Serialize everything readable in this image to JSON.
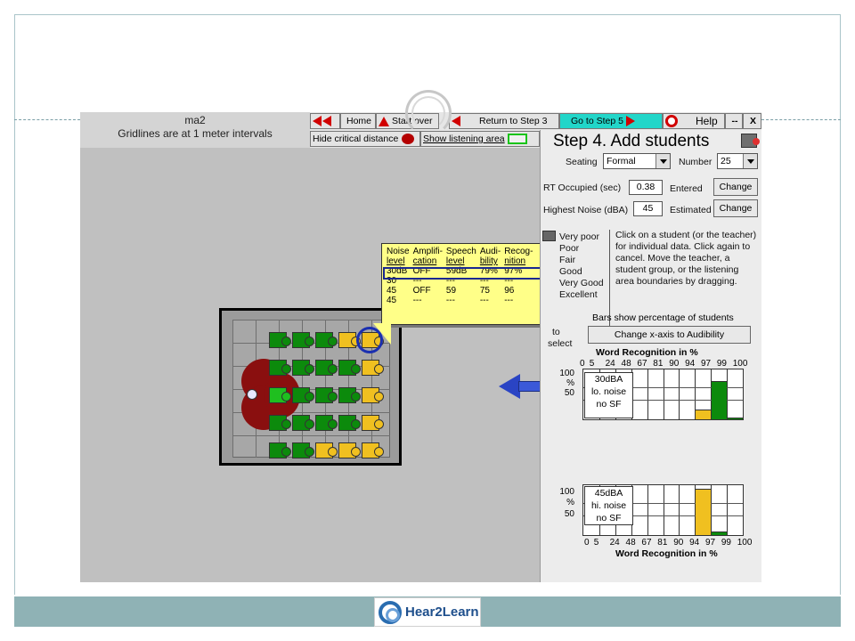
{
  "app": {
    "map_title": "ma2",
    "map_subtitle": "Gridlines are at 1 meter intervals"
  },
  "toolbar": {
    "back_label": "",
    "home_label": "Home",
    "start_over_label": "Start over",
    "return_label": "Return to Step 3",
    "goto_label": "Go to Step 5",
    "help_label": "Help",
    "minimize_label": "--",
    "close_label": "X",
    "hide_critical_label": "Hide critical distance",
    "show_listening_label": "Show listening area"
  },
  "panel": {
    "title": "Step 4. Add students",
    "seating_label": "Seating",
    "seating_value": "Formal",
    "number_label": "Number",
    "number_value": "25",
    "rt_label": "RT Occupied (sec)",
    "rt_value": "0.38",
    "rt_status": "Entered",
    "rt_button": "Change",
    "noise_label": "Highest Noise (dBA)",
    "noise_value": "45",
    "noise_status": "Estimated",
    "noise_button": "Change",
    "legend": [
      "Very poor",
      "Poor",
      "Fair",
      "Good",
      "Very Good",
      "Excellent"
    ],
    "info_text": "Click on a student (or the teacher) for individual data. Click again to cancel. Move the teacher, a student group, or the listening area boundaries by dragging.",
    "bars_note": "Bars show percentage of students",
    "change_axis_button": "Change x-axis to Audibility",
    "to_select_line1": "to",
    "to_select_line2": "select",
    "xaxis_title": "Word Recognition in %"
  },
  "chart_data": [
    {
      "type": "bar",
      "title": "",
      "xlabel": "Word Recognition in %",
      "ylabel": "%",
      "categories": [
        "0",
        "5",
        "24",
        "48",
        "67",
        "81",
        "90",
        "94",
        "97",
        "99",
        "100"
      ],
      "y_ticks": [
        "100",
        "50"
      ],
      "box_label": [
        "30dBA",
        "lo. noise",
        "no SF"
      ],
      "series": [
        {
          "color": "#f0c020",
          "bin": "94-97",
          "value": 20
        },
        {
          "color": "#0c8a0c",
          "bin": "97-99",
          "value": 76
        },
        {
          "color": "#0c8a0c",
          "bin": "99-100",
          "value": 4
        }
      ]
    },
    {
      "type": "bar",
      "title": "",
      "xlabel": "Word Recognition in %",
      "ylabel": "%",
      "categories": [
        "0",
        "5",
        "24",
        "48",
        "67",
        "81",
        "90",
        "94",
        "97",
        "99",
        "100"
      ],
      "y_ticks": [
        "100",
        "50"
      ],
      "box_label": [
        "45dBA",
        "hi. noise",
        "no SF"
      ],
      "series": [
        {
          "color": "#f0c020",
          "bin": "94-97",
          "value": 92
        },
        {
          "color": "#0c8a0c",
          "bin": "97-99",
          "value": 8
        }
      ]
    }
  ],
  "popup": {
    "headers": [
      [
        "Noise",
        "level"
      ],
      [
        "Amplifi-",
        "cation"
      ],
      [
        "Speech",
        "level"
      ],
      [
        "Audi-",
        "bility"
      ],
      [
        "Recog-",
        "nition"
      ]
    ],
    "rows": [
      [
        "30dB",
        "OFF",
        "59dB",
        "79%",
        "97%"
      ],
      [
        "30",
        "---",
        "---",
        "---",
        "---"
      ],
      [
        "45",
        "OFF",
        "59",
        "75",
        "96"
      ],
      [
        "45",
        "---",
        "---",
        "---",
        "---"
      ]
    ]
  },
  "footer": {
    "logo_text": "Hear2Learn"
  }
}
